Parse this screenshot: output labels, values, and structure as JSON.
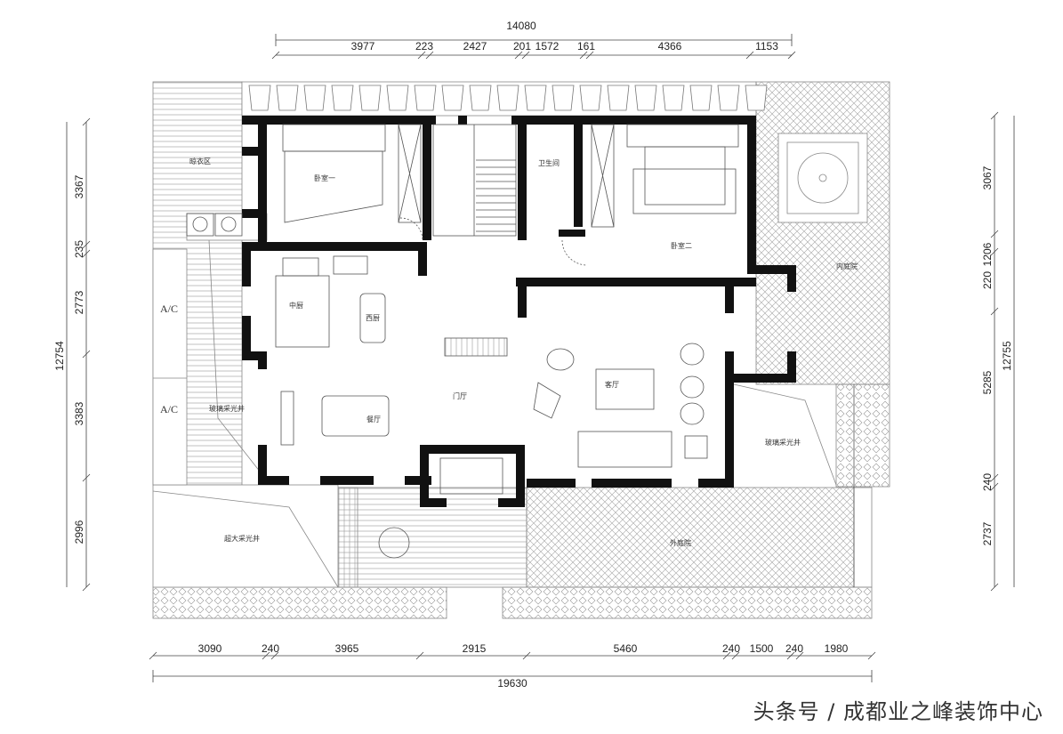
{
  "dimensions": {
    "top_total": "14080",
    "top": [
      "3977",
      "223",
      "2427",
      "201",
      "1572",
      "161",
      "4366",
      "1153"
    ],
    "bottom": [
      "3090",
      "240",
      "3965",
      "2915",
      "5460",
      "240",
      "1500",
      "240",
      "1980"
    ],
    "bottom_total": "19630",
    "left": [
      "3367",
      "235",
      "2773",
      "3383",
      "2996"
    ],
    "left_total": "12754",
    "right": [
      "3067",
      "220",
      "1206",
      "5285",
      "240",
      "2737"
    ],
    "right_total": "12755"
  },
  "rooms": {
    "drying_area": "晾衣区",
    "bedroom_1": "卧室一",
    "chinese_kitchen": "中厨",
    "western_kitchen": "西厨",
    "dining": "餐厅",
    "foyer": "门厅",
    "living": "客厅",
    "bedroom_2": "卧室二",
    "bathroom": "卫生间",
    "inner_courtyard": "内庭院",
    "lightwell_left": "玻璃采光井",
    "lightwell_right": "玻璃采光井",
    "large_lightwell": "超大采光井",
    "outer_courtyard": "外庭院",
    "ac_1": "A/C",
    "ac_2": "A/C"
  },
  "watermark": "头条号 / 成都业之峰装饰中心"
}
